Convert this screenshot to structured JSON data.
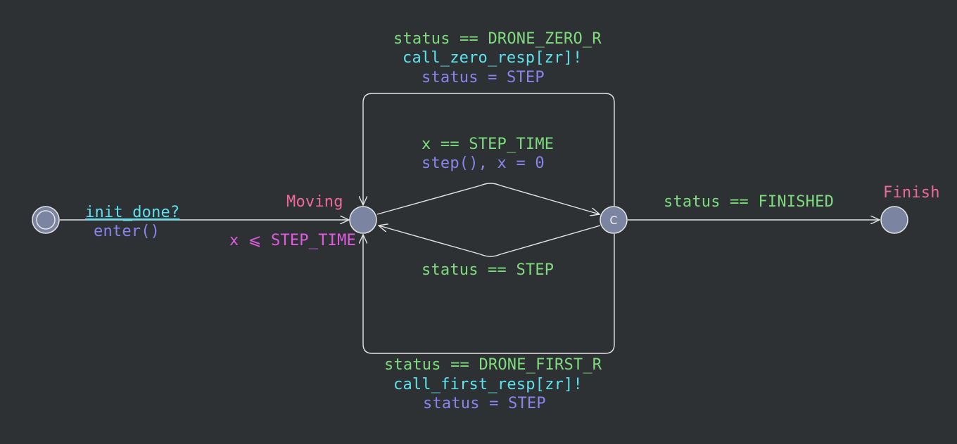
{
  "locations": {
    "init": {
      "name": ""
    },
    "moving": {
      "name": "Moving",
      "invariant": "x ⩽ STEP_TIME"
    },
    "committed": {
      "name": "",
      "mark": "C"
    },
    "finish": {
      "name": "Finish"
    }
  },
  "edges": {
    "init_to_moving": {
      "sync": "init_done?",
      "update": "enter()"
    },
    "zero_resp_loop": {
      "guard": "status == DRONE_ZERO_R",
      "sync": "call_zero_resp[zr]!",
      "update": "status = STEP"
    },
    "moving_to_committed": {
      "guard": "x == STEP_TIME",
      "update": "step(), x = 0"
    },
    "committed_to_moving": {
      "guard": "status == STEP"
    },
    "committed_to_finish": {
      "guard": "status == FINISHED"
    },
    "first_resp_loop": {
      "guard": "status == DRONE_FIRST_R",
      "sync": "call_first_resp[zr]!",
      "update": "status = STEP"
    }
  },
  "colors": {
    "background": "#2e3133",
    "edge": "#e6e6e6",
    "location_fill": "#7b84a0",
    "location_name": "#ee6a96",
    "guard": "#7edc7e",
    "sync": "#5ce3ee",
    "update": "#8b84ee",
    "invariant": "#e15be1"
  }
}
